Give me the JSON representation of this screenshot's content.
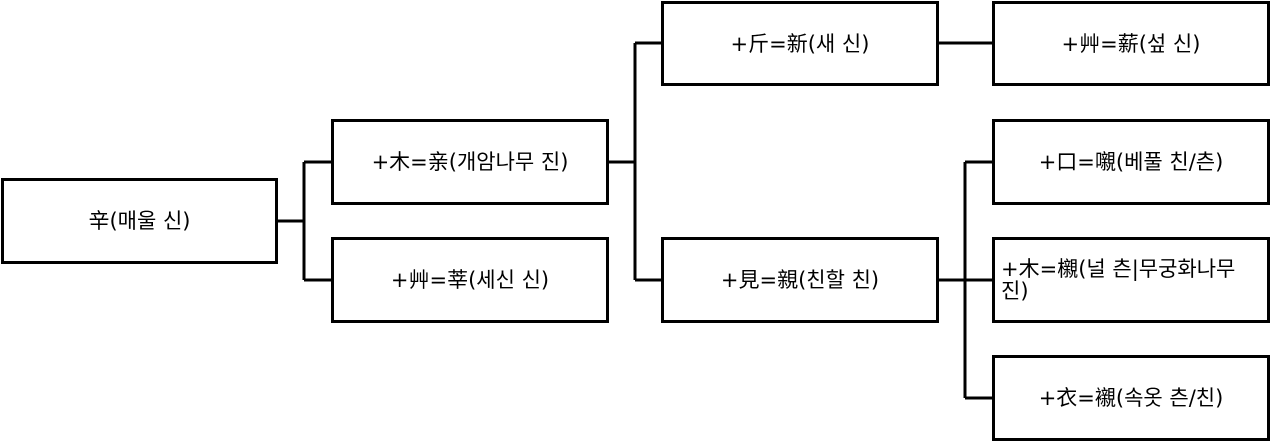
{
  "nodes": {
    "root": "辛(매울 신)",
    "wood1": "+木=亲(개암나무 진)",
    "grass1": "+艸=莘(세신 신)",
    "axe": "+斤=新(새 신)",
    "see": "+見=親(친할 친)",
    "grass2": "+艸=薪(섶 신)",
    "mouth": "+口=嚫(베풀 친/츤)",
    "wood2": "+木=櫬(널 츤|무궁화나무 진)",
    "cloth": "+衣=襯(속옷 츤/친)"
  }
}
